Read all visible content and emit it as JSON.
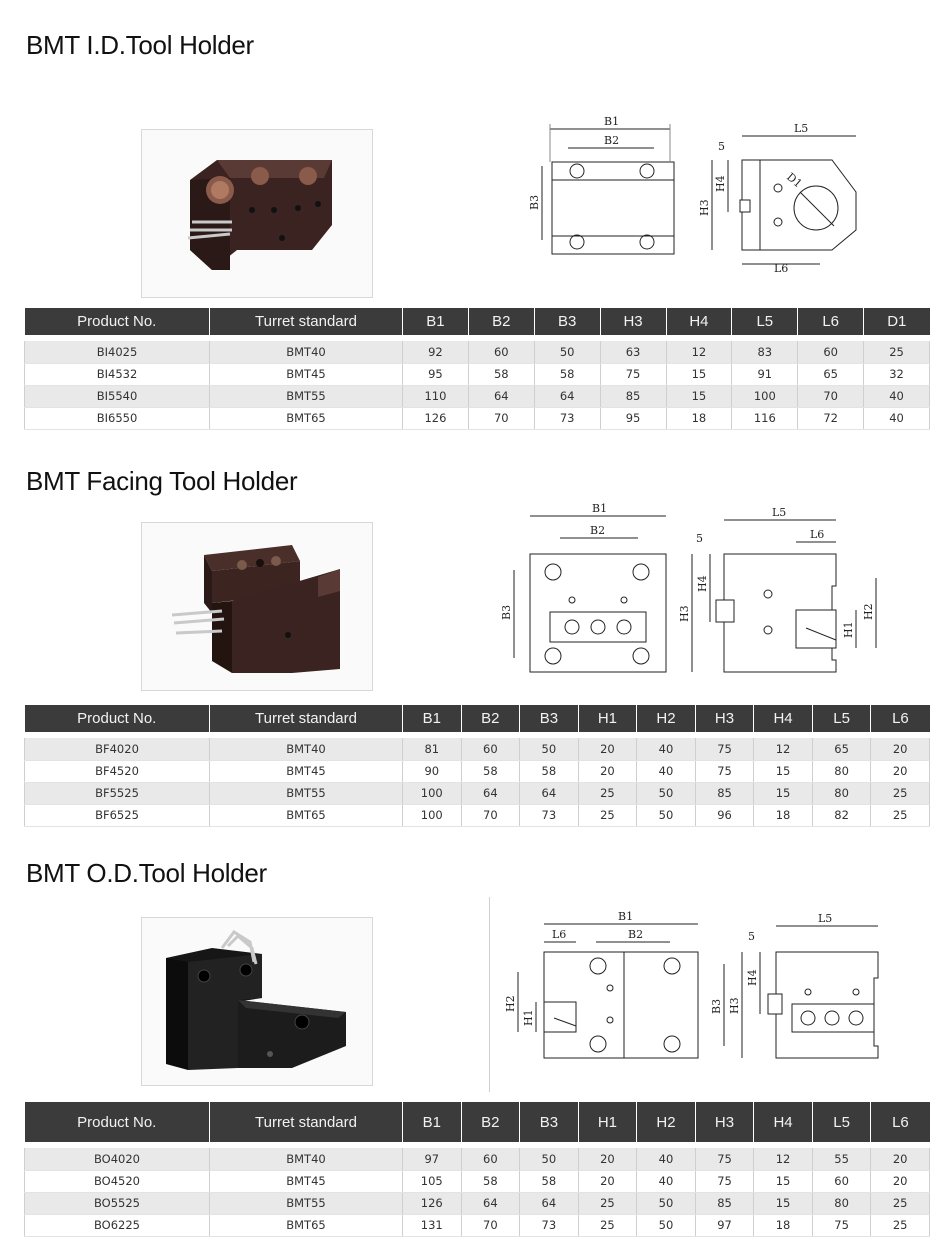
{
  "sections": [
    {
      "title": "BMT  I.D.Tool Holder",
      "headers": [
        "Product No.",
        "Turret standard",
        "B1",
        "B2",
        "B3",
        "H3",
        "H4",
        "L5",
        "L6",
        "D1"
      ],
      "rows": [
        [
          "BI4025",
          "BMT40",
          "92",
          "60",
          "50",
          "63",
          "12",
          "83",
          "60",
          "25"
        ],
        [
          "BI4532",
          "BMT45",
          "95",
          "58",
          "58",
          "75",
          "15",
          "91",
          "65",
          "32"
        ],
        [
          "BI5540",
          "BMT55",
          "110",
          "64",
          "64",
          "85",
          "15",
          "100",
          "70",
          "40"
        ],
        [
          "BI6550",
          "BMT65",
          "126",
          "70",
          "73",
          "95",
          "18",
          "116",
          "72",
          "40"
        ]
      ],
      "dims": {
        "B1": "B1",
        "B2": "B2",
        "B3": "B3",
        "H3": "H3",
        "H4": "H4",
        "L5": "L5",
        "L6": "L6",
        "D1": "D1",
        "five": "5"
      }
    },
    {
      "title": "BMT  Facing Tool Holder",
      "headers": [
        "Product No.",
        "Turret standard",
        "B1",
        "B2",
        "B3",
        "H1",
        "H2",
        "H3",
        "H4",
        "L5",
        "L6"
      ],
      "rows": [
        [
          "BF4020",
          "BMT40",
          "81",
          "60",
          "50",
          "20",
          "40",
          "75",
          "12",
          "65",
          "20"
        ],
        [
          "BF4520",
          "BMT45",
          "90",
          "58",
          "58",
          "20",
          "40",
          "75",
          "15",
          "80",
          "20"
        ],
        [
          "BF5525",
          "BMT55",
          "100",
          "64",
          "64",
          "25",
          "50",
          "85",
          "15",
          "80",
          "25"
        ],
        [
          "BF6525",
          "BMT65",
          "100",
          "70",
          "73",
          "25",
          "50",
          "96",
          "18",
          "82",
          "25"
        ]
      ],
      "dims": {
        "B1": "B1",
        "B2": "B2",
        "B3": "B3",
        "H1": "H1",
        "H2": "H2",
        "H3": "H3",
        "H4": "H4",
        "L5": "L5",
        "L6": "L6",
        "five": "5"
      }
    },
    {
      "title": "BMT O.D.Tool Holder",
      "headers": [
        "Product No.",
        "Turret standard",
        "B1",
        "B2",
        "B3",
        "H1",
        "H2",
        "H3",
        "H4",
        "L5",
        "L6"
      ],
      "rows": [
        [
          "BO4020",
          "BMT40",
          "97",
          "60",
          "50",
          "20",
          "40",
          "75",
          "12",
          "55",
          "20"
        ],
        [
          "BO4520",
          "BMT45",
          "105",
          "58",
          "58",
          "20",
          "40",
          "75",
          "15",
          "60",
          "20"
        ],
        [
          "BO5525",
          "BMT55",
          "126",
          "64",
          "64",
          "25",
          "50",
          "85",
          "15",
          "80",
          "25"
        ],
        [
          "BO6225",
          "BMT65",
          "131",
          "70",
          "73",
          "25",
          "50",
          "97",
          "18",
          "75",
          "25"
        ]
      ],
      "dims": {
        "B1": "B1",
        "B2": "B2",
        "B3": "B3",
        "H1": "H1",
        "H2": "H2",
        "H3": "H3",
        "H4": "H4",
        "L5": "L5",
        "L6": "L6",
        "five": "5"
      }
    }
  ]
}
